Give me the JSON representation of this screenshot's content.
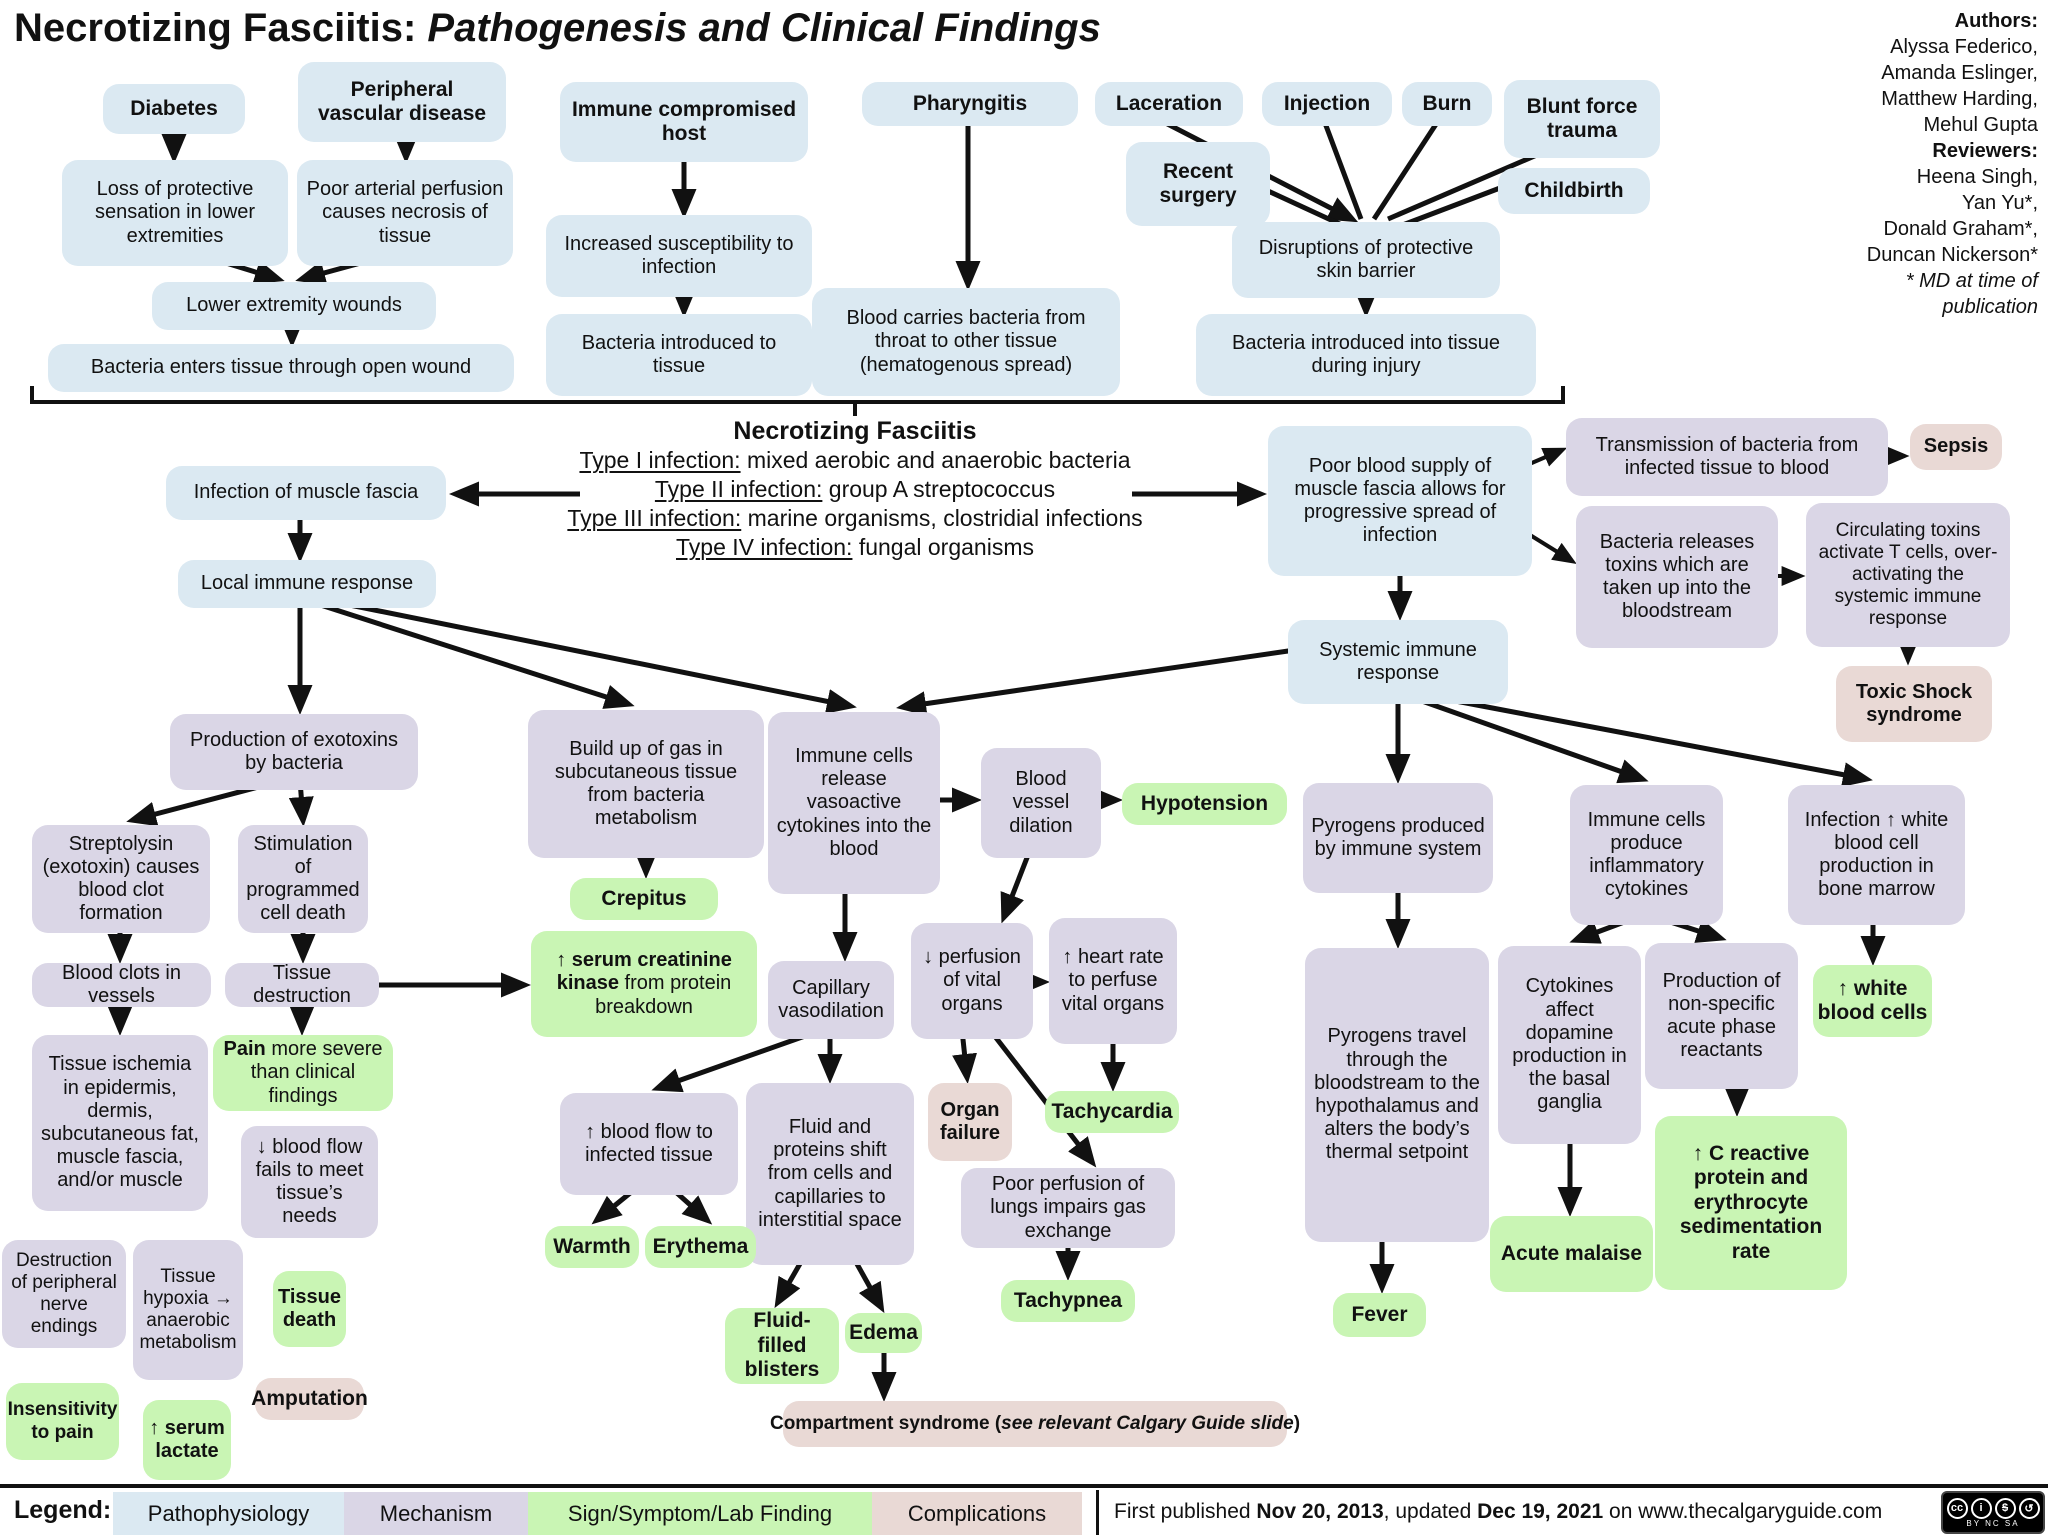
{
  "title": {
    "plain": "Necrotizing Fasciitis: ",
    "italic": "Pathogenesis and Clinical Findings"
  },
  "credits": {
    "authors_label": "Authors:",
    "authors": [
      "Alyssa Federico,",
      "Amanda Eslinger,",
      "Matthew Harding,",
      "Mehul Gupta"
    ],
    "reviewers_label": "Reviewers:",
    "reviewers": [
      "Heena Singh,",
      "Yan Yu*,",
      "Donald Graham*,",
      "Duncan Nickerson*"
    ],
    "footnote_line1": "* MD at time of",
    "footnote_line2": "publication"
  },
  "center": {
    "heading": "Necrotizing Fasciitis",
    "types": [
      {
        "term": "Type I infection:",
        "rest": " mixed aerobic and anaerobic bacteria"
      },
      {
        "term": "Type II infection:",
        "rest": " group A streptococcus"
      },
      {
        "term": "Type III infection:",
        "rest": " marine organisms, clostridial infections"
      },
      {
        "term": "Type IV infection:",
        "rest": " fungal organisms"
      }
    ]
  },
  "nodes": {
    "diabetes": "Diabetes",
    "pvd": "Peripheral vascular disease",
    "immune_host": "Immune compromised host",
    "pharyngitis": "Pharyngitis",
    "laceration": "Laceration",
    "injection": "Injection",
    "burn": "Burn",
    "blunt_force": "Blunt force trauma",
    "recent_surgery": "Recent surgery",
    "childbirth": "Childbirth",
    "loss_sensation": "Loss of protective sensation in lower extremities",
    "poor_arterial": "Poor arterial perfusion causes necrosis of tissue",
    "incr_susceptibility": "Increased susceptibility to infection",
    "disruptions": "Disruptions of protective skin barrier",
    "lower_extremity_wounds": "Lower extremity wounds",
    "bacteria_open_wound": "Bacteria enters tissue through open wound",
    "bacteria_to_tissue": "Bacteria introduced to tissue",
    "blood_carries": "Blood carries bacteria from throat to other tissue (hematogenous spread)",
    "bacteria_injury": "Bacteria introduced into tissue during injury",
    "infection_fascia": "Infection of muscle fascia",
    "local_immune": "Local immune response",
    "poor_blood_supply": "Poor blood supply of muscle fascia allows for progressive spread of infection",
    "transmission": "Transmission of bacteria from infected tissue to blood",
    "sepsis": "Sepsis",
    "bacteria_releases": "Bacteria releases toxins which are taken up into the bloodstream",
    "circulating_toxins": "Circulating toxins activate T cells, over-activating the systemic immune response",
    "toxic_shock": "Toxic Shock syndrome",
    "systemic_immune": "Systemic immune response",
    "production_exotoxins": "Production of exotoxins by bacteria",
    "buildup_gas": "Build up of gas in subcutaneous tissue from bacteria metabolism",
    "immune_release": "Immune cells release vasoactive cytokines into the blood",
    "blood_vessel_dilation": "Blood vessel dilation",
    "hypotension": "Hypotension",
    "streptolysin": "Streptolysin (exotoxin) causes blood clot formation",
    "stim_cell_death": "Stimulation of programmed cell death",
    "blood_clots": "Blood clots in vessels",
    "tissue_destruction": "Tissue destruction",
    "crepitus": "Crepitus",
    "capillary_vaso": "Capillary vasodilation",
    "perfusion_vital": "↓ perfusion of vital organs",
    "heart_rate": "↑ heart rate to perfuse vital organs",
    "tissue_ischemia": "Tissue ischemia in epidermis, dermis, subcutaneous fat, muscle fascia, and/or muscle",
    "blood_flow_fails": "↓ blood flow fails to meet tissue’s needs",
    "blood_flow_infected": "↑ blood flow to infected tissue",
    "warmth": "Warmth",
    "erythema": "Erythema",
    "fluid_proteins": "Fluid and proteins shift from cells and capillaries to interstitial space",
    "organ_failure": "Organ failure",
    "tachycardia": "Tachycardia",
    "poor_perfusion_lungs": "Poor perfusion of lungs impairs gas exchange",
    "tachypnea": "Tachypnea",
    "destruction_nerve": "Destruction of peripheral nerve endings",
    "tissue_hypoxia": "Tissue hypoxia → anaerobic metabolism",
    "tissue_death": "Tissue death",
    "amputation": "Amputation",
    "insensitivity": "Insensitivity to pain",
    "serum_lactate": "↑ serum lactate",
    "fluid_blisters": "Fluid-filled blisters",
    "edema": "Edema",
    "pyrogens_produced": "Pyrogens produced by immune system",
    "pyrogens_travel": "Pyrogens travel through the bloodstream to the hypothalamus and alters the body’s thermal setpoint",
    "fever": "Fever",
    "immune_produce": "Immune cells produce inflammatory cytokines",
    "cytokines_dopamine": "Cytokines affect dopamine production in the basal ganglia",
    "acute_malaise": "Acute malaise",
    "production_nonspecific": "Production of non-specific acute phase reactants",
    "crp_esr": "↑ C reactive protein and erythrocyte sedimentation rate",
    "infection_wbc": "Infection ↑ white blood cell production in bone marrow",
    "white_blood_cells": "↑ white blood cells"
  },
  "special": {
    "serum_ck_bold": "↑ serum creatinine kinase",
    "serum_ck_rest": " from protein breakdown",
    "pain_bold": "Pain",
    "pain_rest": " more severe than clinical findings",
    "compartment_pre": "Compartment syndrome (",
    "compartment_italic": "see relevant Calgary Guide slide",
    "compartment_post": ")"
  },
  "legend": {
    "label": "Legend:",
    "items": [
      {
        "label": "Pathophysiology",
        "color": "#dbe9f2"
      },
      {
        "label": "Mechanism",
        "color": "#dad6e6"
      },
      {
        "label": "Sign/Symptom/Lab Finding",
        "color": "#c9f5b4"
      },
      {
        "label": "Complications",
        "color": "#e9d9d5"
      }
    ]
  },
  "footer": {
    "pre": "First published ",
    "date1": "Nov 20, 2013",
    "mid": ", updated ",
    "date2": "Dec 19, 2021",
    "post": " on www.thecalgaryguide.com",
    "cc_icons": [
      "cc",
      "i",
      "$",
      "↺"
    ],
    "cc_caption": "BY NC SA"
  },
  "colors": {
    "pathophysiology": "#dbe9f2",
    "mechanism": "#dad6e6",
    "sign_symptom": "#c9f5b4",
    "complications": "#e9d9d5",
    "line": "#111111"
  }
}
